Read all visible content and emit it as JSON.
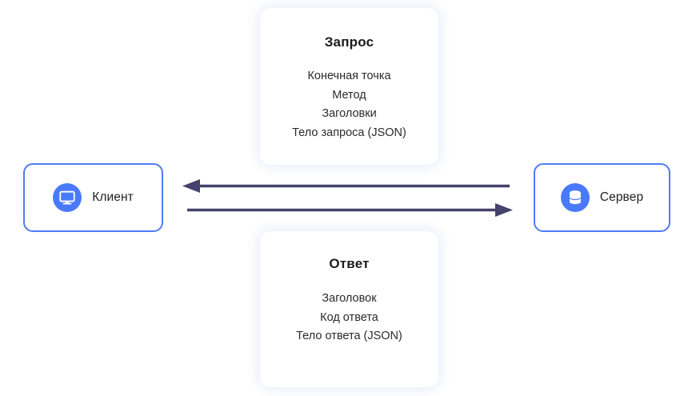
{
  "diagram": {
    "title": "Client-server HTTP request/response diagram",
    "colors": {
      "node_border": "#4f7bf7",
      "icon_circle": "#4a7afc",
      "arrow": "#47426b",
      "card_shadow": "#5676d6",
      "background": "#ffffff",
      "title_text": "#1c1c1c",
      "body_text": "#2b2b2b"
    },
    "nodes": [
      {
        "id": "client",
        "label": "Клиент",
        "icon": "monitor-icon"
      },
      {
        "id": "server",
        "label": "Сервер",
        "icon": "database-icon"
      }
    ],
    "cards": [
      {
        "id": "request",
        "title": "Запрос",
        "items": [
          "Конечная точка",
          "Метод",
          "Заголовки",
          "Тело запроса (JSON)"
        ]
      },
      {
        "id": "response",
        "title": "Ответ",
        "items": [
          "Заголовок",
          "Код ответа",
          "Тело ответа (JSON)"
        ]
      }
    ],
    "arrows": [
      {
        "id": "response-arrow",
        "direction": "left",
        "from": "server",
        "to": "client"
      },
      {
        "id": "request-arrow",
        "direction": "right",
        "from": "client",
        "to": "server"
      }
    ]
  }
}
